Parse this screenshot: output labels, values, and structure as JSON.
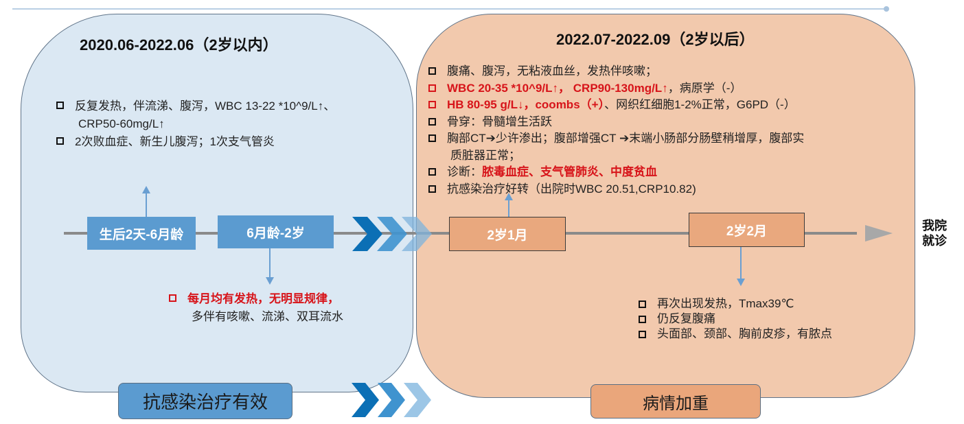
{
  "left_panel": {
    "title": "2020.06-2022.06（2岁以内）",
    "bullets": [
      {
        "text": "反复发热，伴流涕、腹泻，WBC 13-22 *10^9/L↑、",
        "cont": "CRP50-60mg/L↑"
      },
      {
        "text": "2次败血症、新生儿腹泻；1次支气管炎"
      }
    ],
    "timeline_tags": [
      "生后2天-6月龄",
      "6月龄-2岁"
    ],
    "note": {
      "red": "每月均有发热，无明显规律，",
      "text": "多伴有咳嗽、流涕、双耳流水"
    },
    "summary": "抗感染治疗有效"
  },
  "right_panel": {
    "title": "2022.07-2022.09（2岁以后）",
    "bullets": [
      {
        "parts": [
          {
            "t": "腹痛、腹泻，无粘液血丝，发热伴咳嗽；",
            "red": false
          }
        ],
        "red_box": false
      },
      {
        "parts": [
          {
            "t": "WBC 20-35 *10^9/L↑， CRP90-130mg/L↑",
            "red": true
          },
          {
            "t": "，病原学（-）",
            "red": false
          }
        ],
        "red_box": true
      },
      {
        "parts": [
          {
            "t": "HB 80-95 g/L↓，coombs（+）",
            "red": true
          },
          {
            "t": "、网织红细胞1-2%正常，G6PD（-）",
            "red": false
          }
        ],
        "red_box": true
      },
      {
        "parts": [
          {
            "t": "骨穿：骨髓增生活跃",
            "red": false
          }
        ],
        "red_box": false
      },
      {
        "parts": [
          {
            "t": "胸部CT➔少许渗出；腹部增强CT ➔末端小肠部分肠壁稍增厚，腹部实",
            "red": false
          }
        ],
        "red_box": false,
        "cont": "质脏器正常；"
      },
      {
        "parts": [
          {
            "t": "诊断：",
            "red": false
          },
          {
            "t": "脓毒血症、支气管肺炎、中度贫血",
            "red": true
          }
        ],
        "red_box": false
      },
      {
        "parts": [
          {
            "t": "抗感染治疗好转（出院时WBC 20.51,CRP10.82)",
            "red": false
          }
        ],
        "red_box": false
      }
    ],
    "timeline_tags": [
      "2岁1月",
      "2岁2月"
    ],
    "later_bullets": [
      "再次出现发热，Tmax39℃",
      "仍反复腹痛",
      "头面部、颈部、胸前皮疹，有脓点"
    ],
    "summary": "病情加重"
  },
  "end_label": {
    "line1": "我院",
    "line2": "就诊"
  },
  "colors": {
    "left_bg": "#dbe8f3",
    "right_bg": "#f2c9ad",
    "blue_tag": "#5b9bd0",
    "orange_tag": "#e9a87e",
    "highlight_red": "#d7141a",
    "chevron_dark": "#0b6fb5",
    "chevron_mid": "#3f93cf",
    "chevron_light": "#9cc6e6"
  }
}
